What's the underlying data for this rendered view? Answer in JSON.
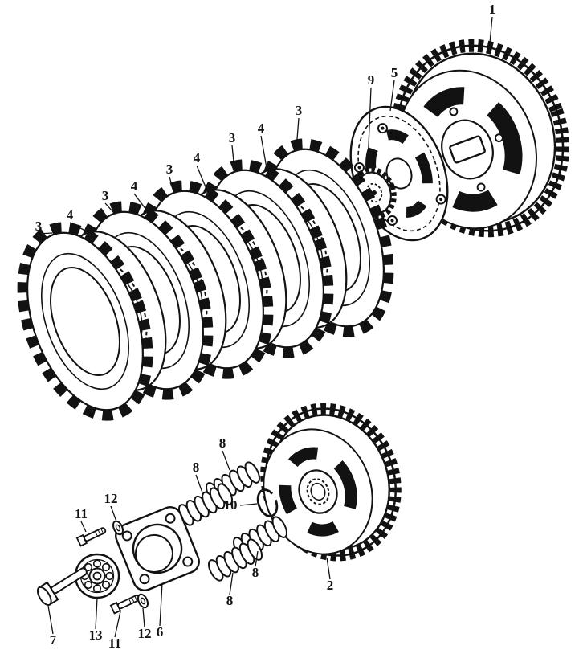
{
  "colors": {
    "ink": "#121212",
    "paper": "#ffffff"
  },
  "diagram": {
    "kind": "exploded-parts-diagram"
  },
  "callouts": [
    {
      "part": "clutch-outer-basket",
      "text": "1"
    },
    {
      "part": "pressure-plate",
      "text": "5"
    },
    {
      "part": "lifter-hub",
      "text": "9"
    },
    {
      "part": "friction-plate",
      "text": "3"
    },
    {
      "part": "steel-plate",
      "text": "4"
    },
    {
      "part": "friction-plate",
      "text": "3"
    },
    {
      "part": "steel-plate",
      "text": "4"
    },
    {
      "part": "friction-plate",
      "text": "3"
    },
    {
      "part": "steel-plate",
      "text": "4"
    },
    {
      "part": "friction-plate",
      "text": "3"
    },
    {
      "part": "steel-plate",
      "text": "4"
    },
    {
      "part": "friction-plate",
      "text": "3"
    },
    {
      "part": "clutch-spring",
      "text": "8"
    },
    {
      "part": "clutch-spring",
      "text": "8"
    },
    {
      "part": "snap-ring",
      "text": "10"
    },
    {
      "part": "clutch-spring",
      "text": "8"
    },
    {
      "part": "clutch-spring",
      "text": "8"
    },
    {
      "part": "clutch-center",
      "text": "2"
    },
    {
      "part": "washer",
      "text": "12"
    },
    {
      "part": "bolt",
      "text": "11"
    },
    {
      "part": "lifter-plate",
      "text": "6"
    },
    {
      "part": "washer",
      "text": "12"
    },
    {
      "part": "bolt",
      "text": "11"
    },
    {
      "part": "release-bearing",
      "text": "13"
    },
    {
      "part": "lifter-rod",
      "text": "7"
    }
  ]
}
